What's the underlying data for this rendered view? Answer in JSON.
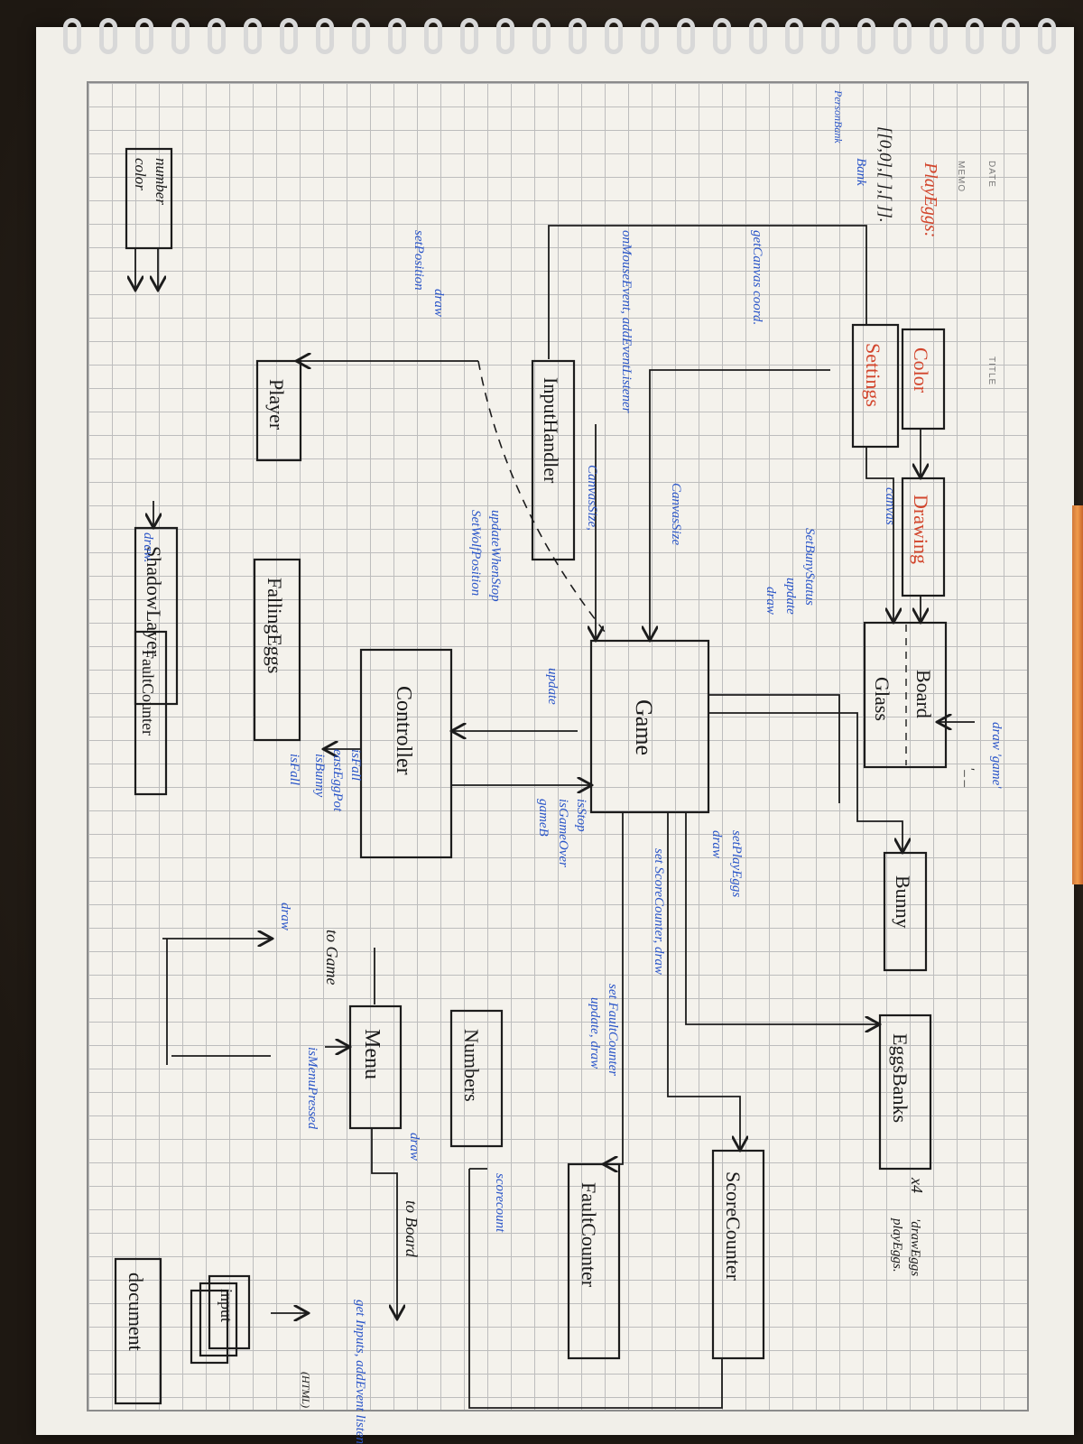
{
  "header": {
    "date_label": "DATE",
    "memo_label": "MEMO",
    "title_label": "TITLE"
  },
  "playeggs": {
    "title": "PlayEggs:",
    "array": "[[0,0],[ ],[ ]].",
    "sub1": "Bank",
    "sub2": "PersonBank"
  },
  "nodes": {
    "color": "Color",
    "drawing": "Drawing",
    "board": "Board",
    "glass": "Glass",
    "settings": "Settings",
    "input_handler": "InputHandler",
    "game": "Game",
    "controller": "Controller",
    "player": "Player",
    "falling_eggs": "FallingEggs",
    "bunny": "Bunny",
    "eggs_banks": "EggsBanks",
    "menu": "Menu",
    "numbers": "Numbers",
    "score_counter": "ScoreCounter",
    "fault_counter": "FaultCounter",
    "fault_counter_small": "FaultCounter",
    "shadow_layer": "ShadowLayer",
    "document": "document",
    "input": "input"
  },
  "labels": {
    "draw_game": "draw 'game'",
    "canvas": "canvas",
    "set_bunny_status": "SetBunyStatus",
    "update1": "update",
    "draw1": "draw",
    "canvas_size": "CanvasSize",
    "canvas_size2": "CanvasSize,",
    "get_canvas_coord": "getCanvas coord.",
    "on_mouse_event": "onMouseEvent, addEventListener",
    "update_when_stop": "updateWhenStop",
    "set_wolf_position": "SetWolfPosition",
    "update2": "update",
    "draw_setposition_1": "draw",
    "draw_setposition_2": "setPosition",
    "is_fall": "isFall",
    "east_egg_pot": "eastEggPot",
    "is_bunny": "isBunny",
    "is_fall2": "isFall",
    "is_stop": "isStop",
    "is_game_over": "isGameOver",
    "game_b": "gameB",
    "set_play_eggs": "setPlayEggs",
    "draw2": "draw",
    "set_score_counter": "set ScoreCounter, draw",
    "set_fault_counter": "set FaultCounter",
    "update_draw": "update, draw",
    "draw3": "draw",
    "to_game": "to Game",
    "is_menu_pressed": "isMenuPressed",
    "draw4": "draw",
    "to_board": "to Board",
    "scorecount": "scorecount",
    "get_inputs": "get Inputs, addEvent listener",
    "x4": "x4",
    "draw_eggs": "'drawEggs",
    "playeggs_label": "playEggs.",
    "html": "(HTML)",
    "number": "number",
    "color_small": "color",
    "draw5": "draw.",
    "seq_marks": "'_ _"
  }
}
